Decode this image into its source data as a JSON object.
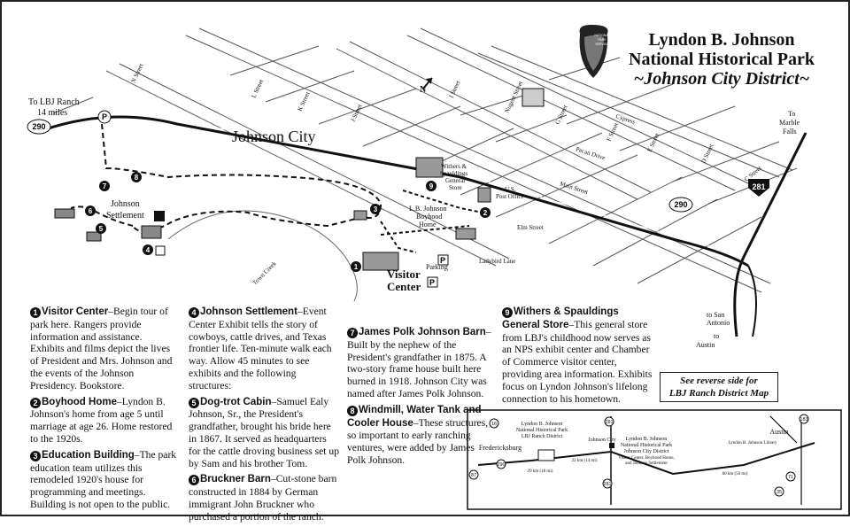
{
  "title": {
    "line1": "Lyndon B. Johnson",
    "line2": "National Historical Park",
    "line3": "~Johnson City District~"
  },
  "map_labels": {
    "to_ranch": "To LBJ Ranch",
    "to_ranch_miles": "14 miles",
    "town": "Johnson City",
    "settlement_1": "Johnson",
    "settlement_2": "Settlement",
    "visitor_center_1": "Visitor",
    "visitor_center_2": "Center",
    "parking": "Parking",
    "boyhood_home_1": "L.B. Johnson",
    "boyhood_home_2": "Boyhood",
    "boyhood_home_3": "Home",
    "withers_1": "Withers &",
    "withers_2": "Spauldings",
    "withers_3": "General",
    "withers_4": "Store",
    "post_office_1": "U.S.",
    "post_office_2": "Post Office",
    "marble_falls_1": "To",
    "marble_falls_2": "Marble",
    "marble_falls_3": "Falls",
    "san_antonio_1": "to San",
    "san_antonio_2": "Antonio",
    "austin_to": "to",
    "austin": "Austin",
    "town_creek": "Town Creek",
    "ladybird_lane": "Ladybird Lane",
    "elm_street": "Elm Street",
    "main_street": "Main Street",
    "pecan_drive": "Pecan Drive",
    "cypress": "Cypress",
    "nugent": "Nugent Street",
    "n_street": "N Street",
    "l_street": "L Street",
    "k_street": "K Street",
    "j_street": "J Street",
    "i_street": "I Street",
    "g_street": "G Street",
    "f_street": "F Street",
    "e_street": "E Street",
    "d_street": "D Street",
    "c_street": "C Street",
    "north": "N",
    "hwy_290": "290",
    "hwy_281": "281",
    "hwy_290b": "290",
    "nps_1": "NATIONAL",
    "nps_2": "PARK",
    "nps_3": "SERVICE"
  },
  "legend": {
    "i1_title": "Visitor Center",
    "i1_text": "–Begin tour of park here. Rangers provide information and assistance. Exhibits and films depict the lives of President and Mrs. Johnson and the events of the Johnson Presidency. Bookstore.",
    "i2_title": "Boyhood Home",
    "i2_text": "–Lyndon B. Johnson's home from age 5 until marriage at age 26. Home restored to the 1920s.",
    "i3_title": "Education Building",
    "i3_text": "–The park education team utilizes this remodeled 1920's house for programming and meetings. Building is not open to the public.",
    "i4_title": "Johnson Settlement",
    "i4_text": "–Event Center Exhibit tells the story of cowboys, cattle drives, and Texas frontier life. Ten-minute walk each way. Allow 45 minutes to see exhibits and the following structures:",
    "i5_title": "Dog-trot Cabin",
    "i5_text": "–Samuel Ealy Johnson, Sr., the President's grandfather, brought his bride here in 1867. It served as headquarters for the cattle droving business set up by Sam and his brother Tom.",
    "i6_title": "Bruckner Barn",
    "i6_text": "–Cut-stone barn constructed in 1884 by German immigrant John Bruckner who purchased a portion of the ranch.",
    "i7_title": "James Polk Johnson Barn",
    "i7_text": "–Built by the nephew of the President's grandfather in 1875. A two-story frame house built here burned in 1918. Johnson City was named after James Polk Johnson.",
    "i8_title": "Windmill, Water Tank and Cooler House",
    "i8_text": "–These structures, so important to early ranching ventures, were added by James Polk Johnson.",
    "i9_title": "Withers & Spauldings General Store",
    "i9_text": "–This general store from LBJ's childhood now serves as an NPS exhibit center and Chamber of Commerce visitor center, providing area information. Exhibits focus on Lyndon Johnson's lifelong connection to his hometown.",
    "reverse_1": "See reverse side for",
    "reverse_2": "LBJ Ranch District  Map"
  },
  "inset": {
    "ranch_1": "Lyndon B. Johnson",
    "ranch_2": "National Historical Park",
    "ranch_3": "LBJ Ranch District",
    "city_1": "Lyndon B. Johnson",
    "city_2": "National Historical Park",
    "city_3": "Johnson City District",
    "city_4": "Visitor Center, Boyhood Home,",
    "city_5": "and Johnson Settlement",
    "fredericksburg": "Fredericksburg",
    "johnson_city": "Johnson City",
    "austin": "Austin",
    "library": "Lyndon B. Johnson Library",
    "dist_1": "29 km (18 mi)",
    "dist_2": "22 km (14 mi)",
    "dist_3": "80 km (50 mi)",
    "r16": "16",
    "r87": "87",
    "r290": "290",
    "r281": "281",
    "r281b": "281",
    "r183": "183",
    "r35": "35",
    "r71": "71"
  }
}
